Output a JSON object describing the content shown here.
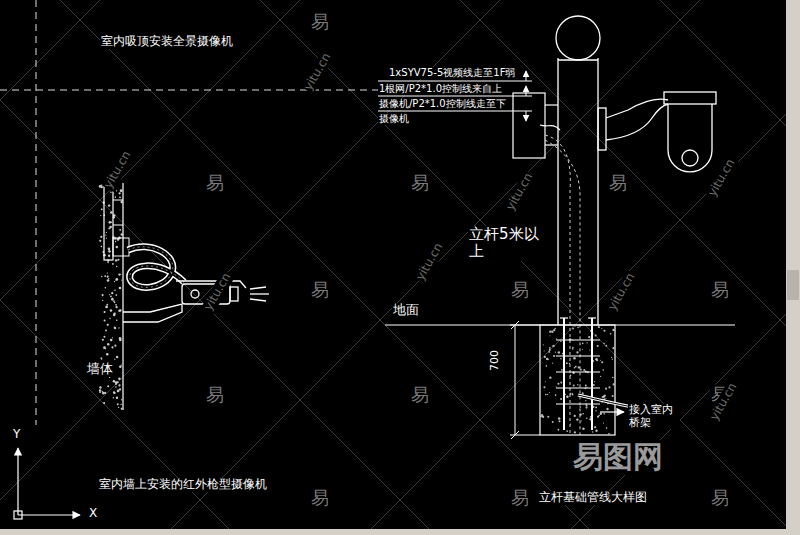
{
  "diagram": {
    "labels": [
      "室内吸顶安装全景摄像机",
      "1xSYV75-5视频线走至1F弱",
      "1根网/P2*1.0控制线来自上",
      "摄像机/P2*1.0控制线走至下",
      "摄像机",
      "立杆5米以上",
      "地面",
      "700",
      "接入室内桥架",
      "墙体",
      "室内墙上安装的红外枪型摄像机",
      "立杆基础管线大样图",
      "Y",
      "X",
      "易图网",
      "易",
      "易",
      "易",
      "易",
      "易",
      "易",
      "易",
      "易",
      "易",
      "易",
      "易",
      "易",
      "易",
      "yitu.cn",
      "yitu.cn",
      "yitu.cn",
      "yitu.cn",
      "yitu.cn",
      "yitu.cn",
      "yitu.cn",
      "yitu.cn"
    ]
  }
}
